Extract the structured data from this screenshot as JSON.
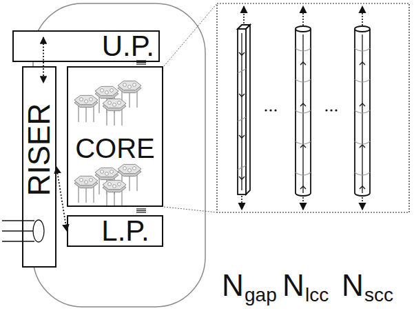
{
  "diagram": {
    "nodes": [
      {
        "text": [
          "U.P."
        ]
      },
      {
        "text": [
          "RISER"
        ]
      },
      {
        "text": [
          "CORE"
        ]
      },
      {
        "text": [
          "L.P."
        ]
      }
    ],
    "edges": [
      {
        "from": 0,
        "to": 1,
        "arrow": "both"
      },
      {
        "from": 1,
        "to": 3,
        "arrow": "both"
      }
    ],
    "labels": [
      "N",
      "gap",
      "N",
      "lcc",
      "N",
      "scc"
    ]
  }
}
